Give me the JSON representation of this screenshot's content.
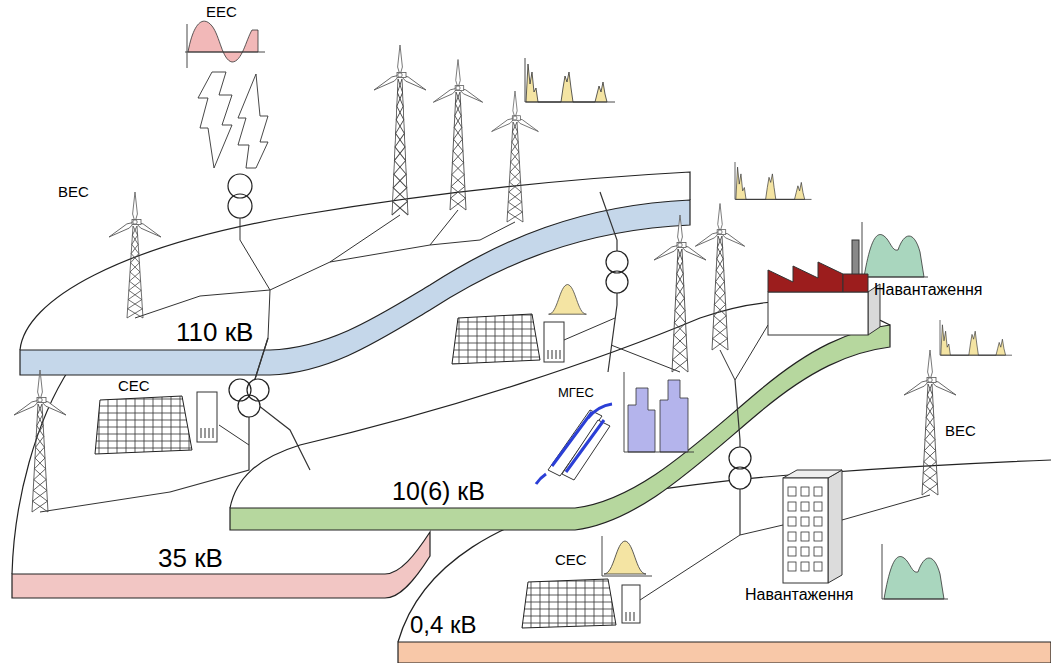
{
  "diagram": {
    "nodes": [
      {
        "text": [
          "110 кВ"
        ]
      },
      {
        "text": [
          "35 кВ"
        ]
      },
      {
        "text": [
          "10(6) кВ"
        ]
      },
      {
        "text": [
          "0,4 кВ"
        ]
      }
    ],
    "edges": [
      {
        "from": 0,
        "to": 1,
        "arrow": "none"
      },
      {
        "from": 0,
        "to": 2,
        "arrow": "none"
      },
      {
        "from": 0,
        "to": 2,
        "arrow": "none"
      },
      {
        "from": 2,
        "to": 3,
        "arrow": "none"
      }
    ],
    "labels": [
      "ЕЕС",
      "ВЕС",
      "Навантаження",
      "СЕС",
      "МГЕС",
      "ВЕС",
      "СЕС",
      "Навантаження"
    ]
  }
}
